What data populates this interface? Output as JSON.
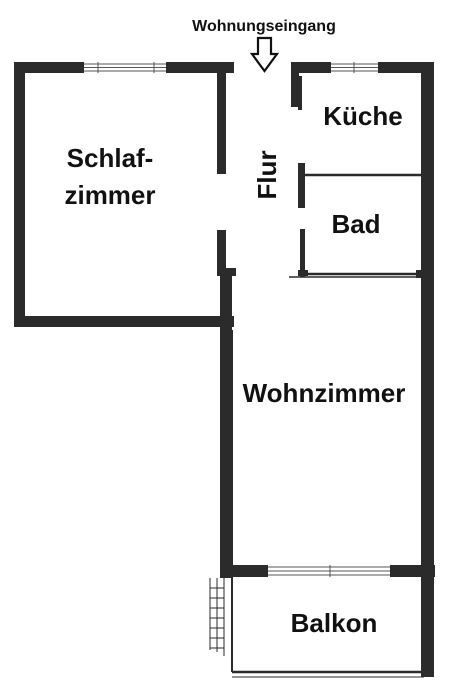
{
  "entrance": {
    "label": "Wohnungseingang",
    "icon": "down-arrow-icon"
  },
  "rooms": {
    "schlafzimmer_line1": "Schlaf-",
    "schlafzimmer_line2": "zimmer",
    "flur": "Flur",
    "kueche": "Küche",
    "bad": "Bad",
    "wohnzimmer": "Wohnzimmer",
    "balkon": "Balkon"
  },
  "colors": {
    "wall": "#2b2b2b",
    "text": "#111111"
  }
}
